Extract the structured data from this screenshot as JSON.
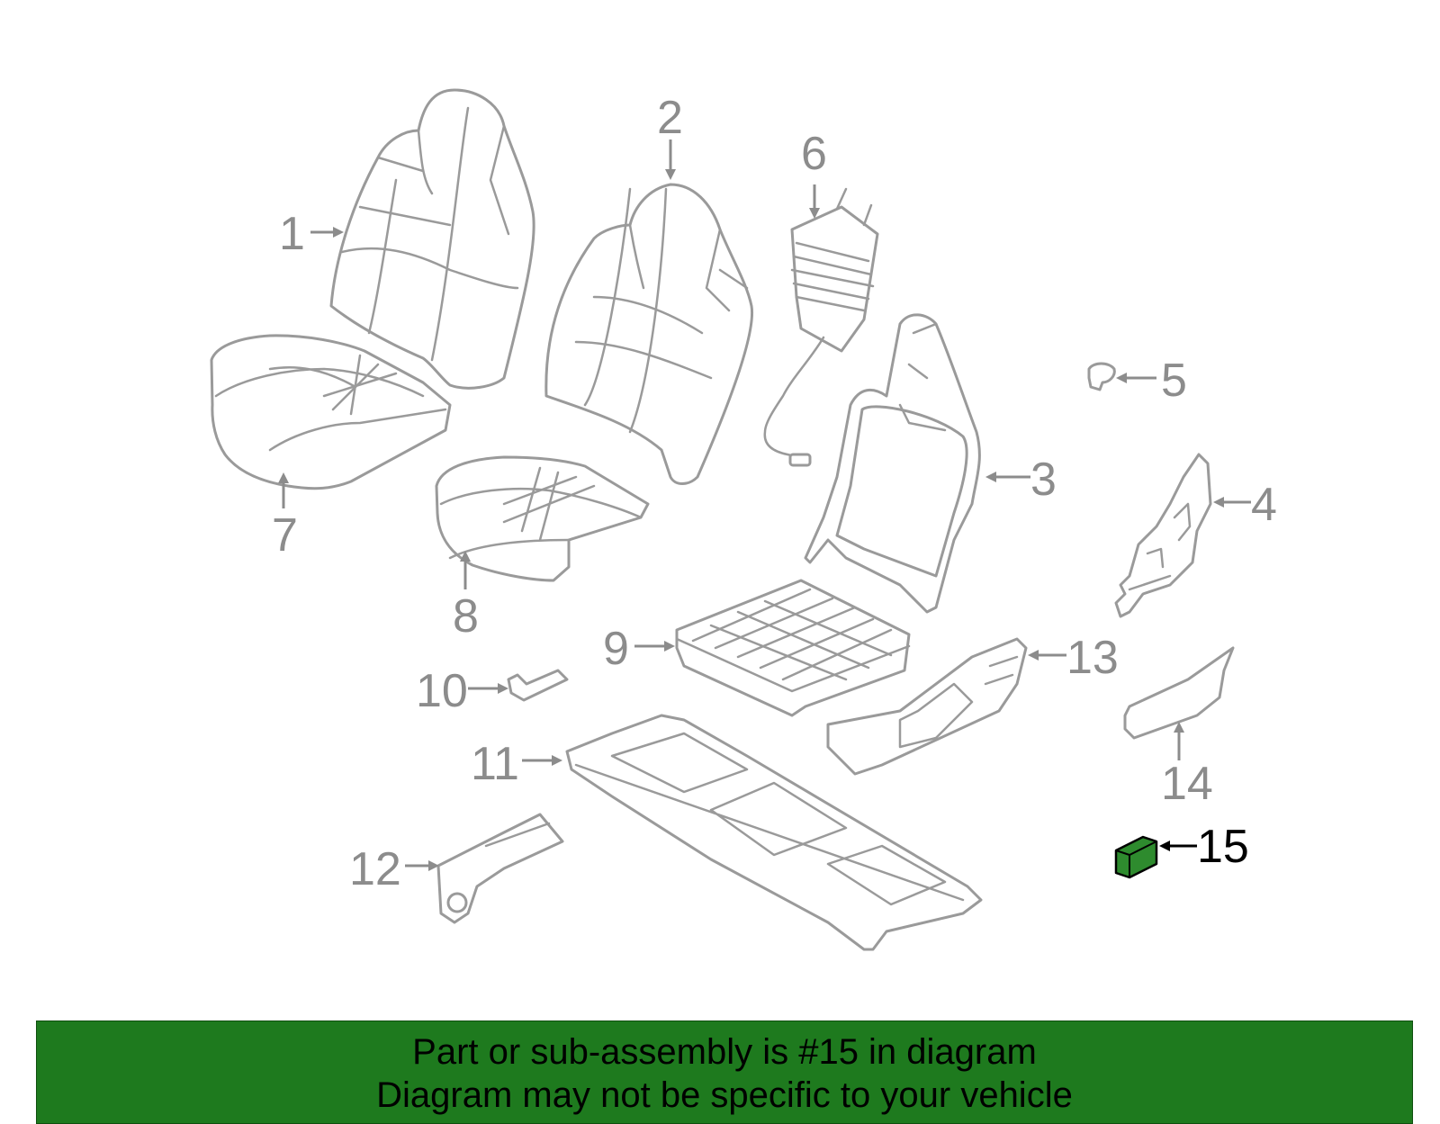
{
  "callouts": [
    "1",
    "2",
    "3",
    "4",
    "5",
    "6",
    "7",
    "8",
    "9",
    "10",
    "11",
    "12",
    "13",
    "14",
    "15"
  ],
  "highlighted_part": "15",
  "colors": {
    "line": "#9a9a9a",
    "label": "#8c8c8c",
    "highlight_fill": "#2e8b2e",
    "banner_bg": "#1e7a1e",
    "banner_text": "#000000"
  },
  "banner": {
    "line1": "Part or sub-assembly is #15 in diagram",
    "line2": "Diagram may not be specific to your vehicle"
  }
}
